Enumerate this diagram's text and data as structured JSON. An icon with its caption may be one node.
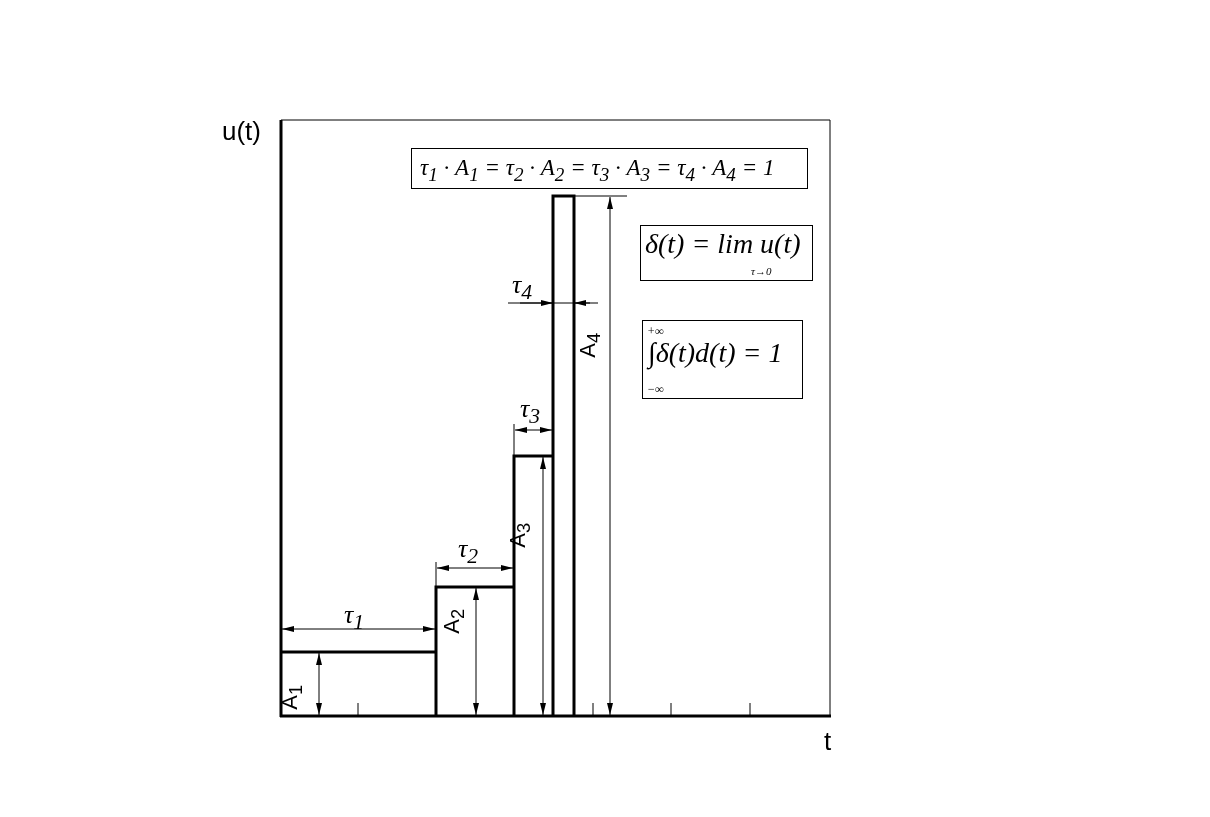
{
  "diagram": {
    "nodes": [
      {
        "text": [
          "τ$_{1}$ · A$_{1}$ = τ$_{2}$ · A$_{2}$ = τ$_{3}$ · A$_{3}$ = τ$_{4}$ · A$_{4}$ = 1"
        ]
      },
      {
        "text": [
          "δ(t) = lim u(t)",
          "τ→0"
        ]
      },
      {
        "text": [
          "+∞",
          "∫δ(t)d(t) = 1",
          "−∞"
        ]
      }
    ],
    "edges": [],
    "labels": [
      "u(t)",
      "τ$_{4}$",
      "A$_{4}$",
      "τ$_{3}$",
      "A$_{3}$",
      "τ$_{2}$",
      "τ$_{1}$",
      "A$_{2}$",
      "A$_{1}$",
      "t"
    ]
  }
}
